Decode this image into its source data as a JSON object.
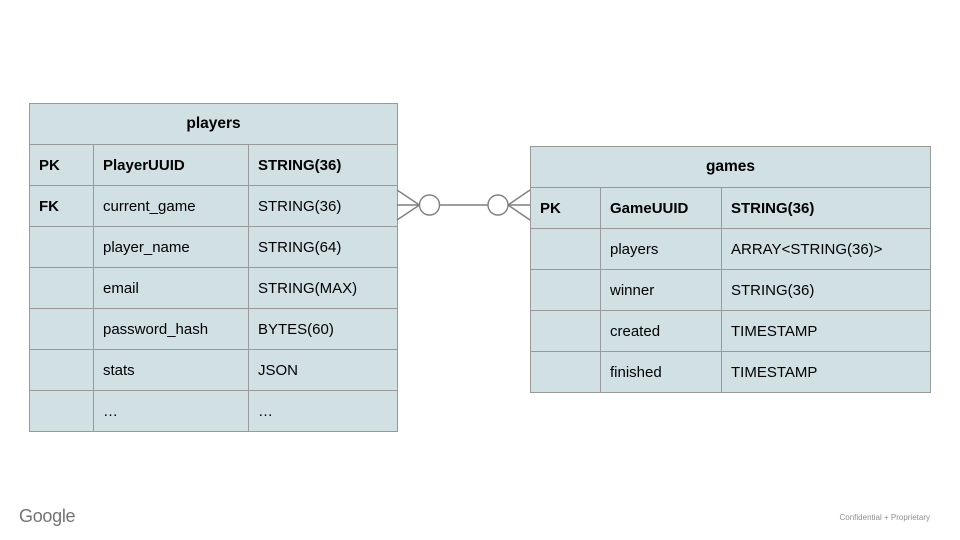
{
  "slide": {
    "footer_logo": "Google",
    "footer_note": "Confidential + Proprietary"
  },
  "colors": {
    "background": "#ffffff",
    "cell_fill": "#d0e0e3",
    "cell_border": "#999999",
    "connector": "#7f7f7f",
    "text": "#000000",
    "logo_gray": "#737373",
    "note_gray": "#8f8f8f"
  },
  "tables": {
    "players": {
      "title": "players",
      "rows": [
        {
          "key": "PK",
          "name": "PlayerUUID",
          "type": "STRING(36)"
        },
        {
          "key": "FK",
          "name": "current_game",
          "type": "STRING(36)"
        },
        {
          "key": "",
          "name": "player_name",
          "type": "STRING(64)"
        },
        {
          "key": "",
          "name": "email",
          "type": "STRING(MAX)"
        },
        {
          "key": "",
          "name": "password_hash",
          "type": "BYTES(60)"
        },
        {
          "key": "",
          "name": "stats",
          "type": "JSON"
        },
        {
          "key": "",
          "name": "…",
          "type": "…"
        }
      ]
    },
    "games": {
      "title": "games",
      "rows": [
        {
          "key": "PK",
          "name": "GameUUID",
          "type": "STRING(36)"
        },
        {
          "key": "",
          "name": "players",
          "type": "ARRAY<STRING(36)>"
        },
        {
          "key": "",
          "name": "winner",
          "type": "STRING(36)"
        },
        {
          "key": "",
          "name": "created",
          "type": "TIMESTAMP"
        },
        {
          "key": "",
          "name": "finished",
          "type": "TIMESTAMP"
        }
      ]
    }
  },
  "relationship": {
    "left_table": "players",
    "right_table": "games",
    "notation": "crow-foot-with-circles"
  }
}
